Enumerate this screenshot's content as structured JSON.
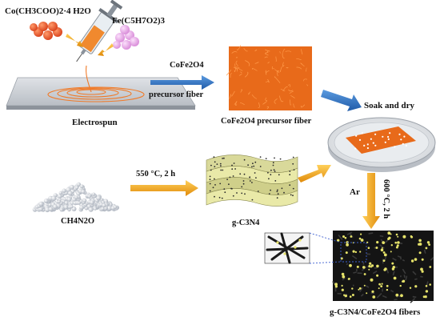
{
  "labels": {
    "co_acetate": "Co(CH3COO)2·4 H2O",
    "fe_acac": "Fe(C5H7O2)3",
    "electrospun": "Electrospun",
    "arrow1_line1": "CoFe2O4",
    "arrow1_line2": "precursor fiber",
    "precursor_fiber": "CoFe2O4 precursor fiber",
    "soak_and_dry": "Soak and dry",
    "urea_temp": "550 °C, 2 h",
    "urea": "CH4N2O",
    "gcn": "g-C3N4",
    "ar": "Ar",
    "calcine": "600 °C, 2 h",
    "product": "g-C3N4/CoFe2O4 fibers"
  },
  "colors": {
    "blue_arrow": "#2f6fc4",
    "orange_arrow": "#f0a418",
    "precursor_fiber": "#e86a1a",
    "gcn_sheet": "#e9e9a8",
    "product_bg": "#141414",
    "product_particle": "#e6e36a",
    "urea_bead": "#d0d5dc",
    "pink_bead": "#e7a6e6"
  },
  "icons": [
    "syringe-icon",
    "petri-dish-icon",
    "fiber-mat-icon",
    "urea-pile-icon",
    "gcn-sheets-icon",
    "product-mat-icon"
  ]
}
